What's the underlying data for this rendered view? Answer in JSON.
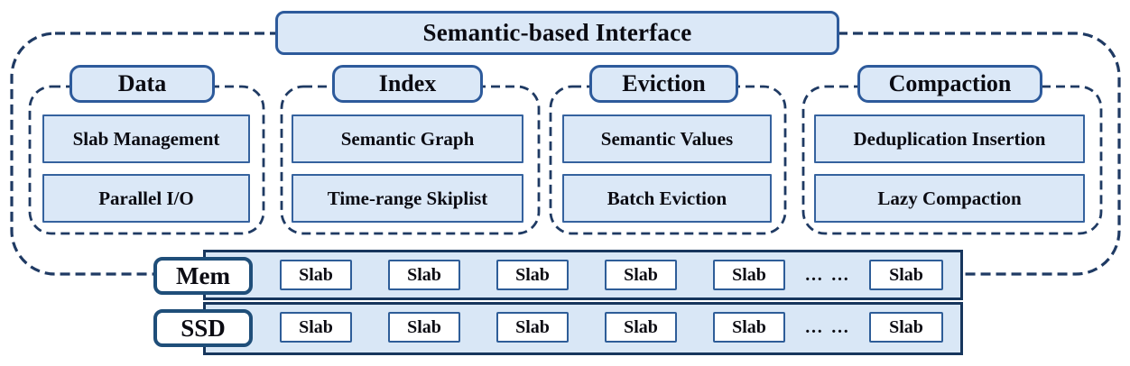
{
  "interface": {
    "title": "Semantic-based Interface"
  },
  "columns": [
    {
      "label": "Data",
      "items": [
        "Slab Management",
        "Parallel I/O"
      ]
    },
    {
      "label": "Index",
      "items": [
        "Semantic Graph",
        "Time-range Skiplist"
      ]
    },
    {
      "label": "Eviction",
      "items": [
        "Semantic Values",
        "Batch Eviction"
      ]
    },
    {
      "label": "Compaction",
      "items": [
        "Deduplication Insertion",
        "Lazy Compaction"
      ]
    }
  ],
  "storage": {
    "rows": [
      {
        "label": "Mem",
        "slabs": [
          "Slab",
          "Slab",
          "Slab",
          "Slab",
          "Slab",
          "Slab"
        ],
        "ellipsis": "… …"
      },
      {
        "label": "SSD",
        "slabs": [
          "Slab",
          "Slab",
          "Slab",
          "Slab",
          "Slab",
          "Slab"
        ],
        "ellipsis": "… …"
      }
    ]
  },
  "colors": {
    "fill_light_blue": "#dbe8f7",
    "border_blue": "#2d5a9b",
    "item_border_blue": "#35629e",
    "dash_navy": "#1f3a63",
    "bar_border_navy": "#17365d",
    "label_border_navy": "#1f4e79",
    "text": "#0b0b12"
  }
}
